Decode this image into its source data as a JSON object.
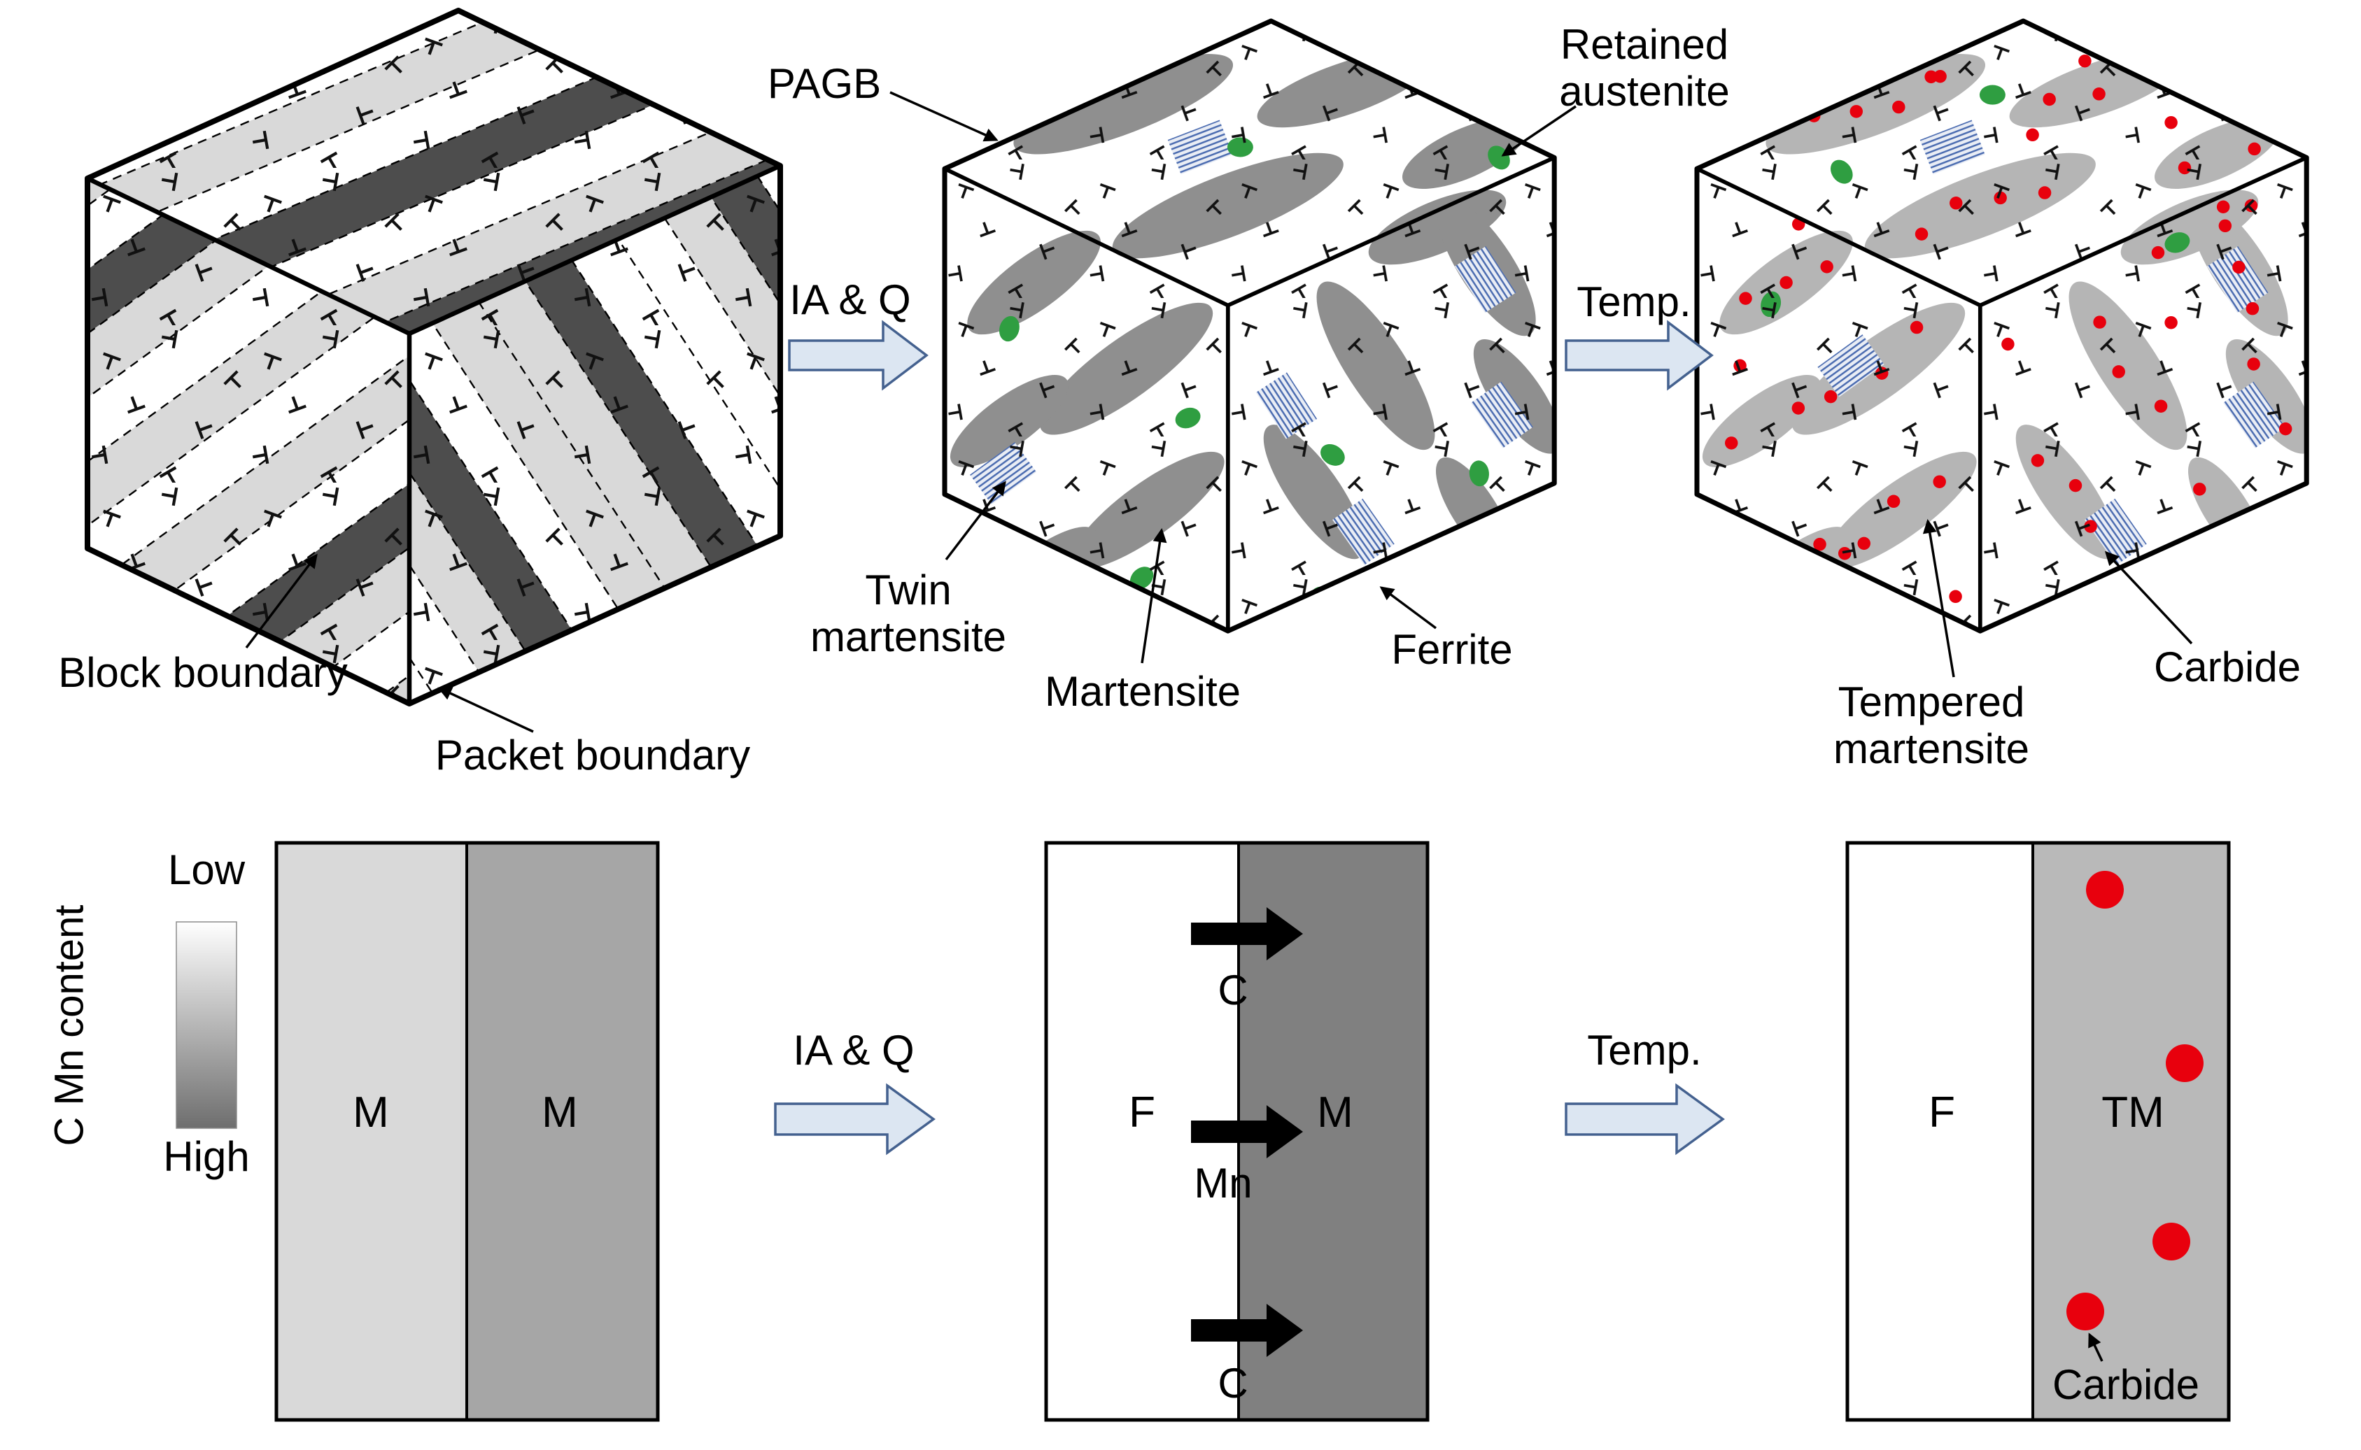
{
  "microstructure_row": {
    "labels": {
      "pagb": "PAGB",
      "retained_austenite": "Retained austenite",
      "twin_martensite": "Twin martensite",
      "martensite": "Martensite",
      "ferrite": "Ferrite",
      "tempered_martensite": "Tempered martensite",
      "carbide": "Carbide",
      "block_boundary": "Block boundary",
      "packet_boundary": "Packet boundary"
    },
    "steps": {
      "step1": "IA & Q",
      "step2": "Temp."
    }
  },
  "schematic_row": {
    "legend": {
      "low": "Low",
      "high": "High",
      "axis": "C Mn content"
    },
    "steps": {
      "step1": "IA & Q",
      "step2": "Temp."
    },
    "panel_initial": {
      "left_phase": "M",
      "right_phase": "M"
    },
    "panel_ia_q": {
      "left_phase": "F",
      "right_phase": "M",
      "flux_top": "C",
      "flux_middle": "Mn",
      "flux_bottom": "C"
    },
    "panel_tempered": {
      "left_phase": "F",
      "right_phase": "TM",
      "carbide": "Carbide"
    }
  },
  "colors": {
    "stripe_dark": "#4d4d4d",
    "stripe_light": "#d9d9d9",
    "martensite_gray": "#8f8f8f",
    "tempered_gray": "#b5b5b5",
    "retained_austenite_green": "#2f9e41",
    "twin_blue": "#4a6bb0",
    "carbide_red": "#e8000d",
    "process_arrow_fill": "#dce6f2",
    "process_arrow_stroke": "#44618f",
    "panel1_left_fill": "#d9d9d9",
    "panel1_right_fill": "#a6a6a6",
    "panel2_right_fill": "#808080",
    "panel3_right_fill": "#b9b9b9",
    "outline_black": "#000000"
  }
}
